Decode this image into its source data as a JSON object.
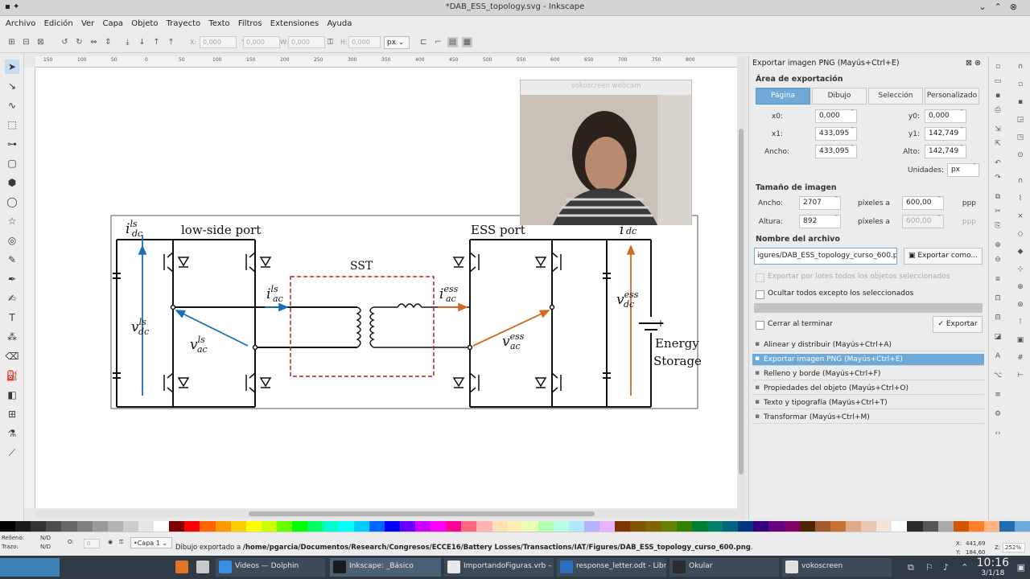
{
  "window": {
    "title": "*DAB_ESS_topology.svg - Inkscape"
  },
  "menu": [
    "Archivo",
    "Edición",
    "Ver",
    "Capa",
    "Objeto",
    "Trayecto",
    "Texto",
    "Filtros",
    "Extensiones",
    "Ayuda"
  ],
  "controls": {
    "x_label": "X:",
    "x_value": "0,000",
    "y_label": "Y:",
    "y_value": "0,000",
    "w_label": "W:",
    "w_value": "0,000",
    "h_label": "H:",
    "h_value": "0,000",
    "unit": "px"
  },
  "ruler_ticks": [
    "150",
    "100",
    "50",
    "0",
    "50",
    "100",
    "150",
    "200",
    "250",
    "300",
    "350",
    "400",
    "450",
    "500",
    "550",
    "600",
    "650",
    "700",
    "750",
    "800"
  ],
  "diagram": {
    "low_side_port": "low-side port",
    "ess_port": "ESS port",
    "sst": "SST",
    "energy": "Energy",
    "storage": "Storage",
    "i_sym": "i",
    "v_sym": "v",
    "sub_dc": "dc",
    "sub_ac": "ac",
    "sup_ls": "ls",
    "sup_ess": "ess"
  },
  "webcam": {
    "title": "vokoscreen webcam"
  },
  "export_dialog": {
    "header": "Exportar imagen PNG (Mayús+Ctrl+E)",
    "area_title": "Área de exportación",
    "tabs": [
      "Página",
      "Dibujo",
      "Selección",
      "Personalizado"
    ],
    "x0_label": "x0:",
    "x0": "0,000",
    "y0_label": "y0:",
    "y0": "0,000",
    "x1_label": "x1:",
    "x1": "433,095",
    "y1_label": "y1:",
    "y1": "142,749",
    "ancho_label": "Ancho:",
    "ancho": "433,095",
    "alto_label": "Alto:",
    "alto": "142,749",
    "units_label": "Unidades:",
    "units": "px",
    "size_title": "Tamaño de imagen",
    "img_ancho_label": "Ancho:",
    "img_ancho": "2707",
    "img_altura_label": "Altura:",
    "img_altura": "892",
    "pix_a": "píxeles a",
    "dpi": "600,00",
    "ppp": "ppp",
    "filename_title": "Nombre del archivo",
    "filename": "igures/DAB_ESS_topology_curso_600.png",
    "export_as": "Exportar como...",
    "batch": "Exportar por lotes todos los objetos seleccionados",
    "hide_all": "Ocultar todos excepto los seleccionados",
    "close_when_done": "Cerrar al terminar",
    "export": "Exportar"
  },
  "panels": [
    "Alinear y distribuir (Mayús+Ctrl+A)",
    "Exportar imagen PNG (Mayús+Ctrl+E)",
    "Relleno y borde (Mayús+Ctrl+F)",
    "Propiedades del objeto (Mayús+Ctrl+O)",
    "Texto y tipografía (Mayús+Ctrl+T)",
    "Transformar (Mayús+Ctrl+M)"
  ],
  "status": {
    "fill_label": "Relleno:",
    "fill_value": "N/D",
    "stroke_label": "Trazo:",
    "stroke_value": "N/D",
    "opacity_label": "O:",
    "opacity_value": "0",
    "layer": "•Capa 1",
    "msg_prefix": "Dibujo exportado a ",
    "msg_path": "/home/pgarcia/Documentos/Research/Congresos/ECCE16/Battery Losses/Transactions/IAT/Figures/DAB_ESS_topology_curso_600.png",
    "msg_suffix": ".",
    "coord_x_label": "X:",
    "coord_x": "441,69",
    "coord_y_label": "Y:",
    "coord_y": "184,60",
    "zoom_label": "Z:",
    "zoom": "252%"
  },
  "taskbar": {
    "items": [
      "Videos — Dolphin",
      "Inkscape: _Básico",
      "ImportandoFiguras.vrb – ...",
      "response_letter.odt - Libr...",
      "Okular",
      "vokoscreen"
    ],
    "time": "10:16",
    "date": "3/1/18"
  },
  "colors": {
    "blue_arrow": "#1f6fb0",
    "orange_arrow": "#d2691e",
    "sst_box": "#b22222",
    "accent": "#6ea9d8"
  }
}
